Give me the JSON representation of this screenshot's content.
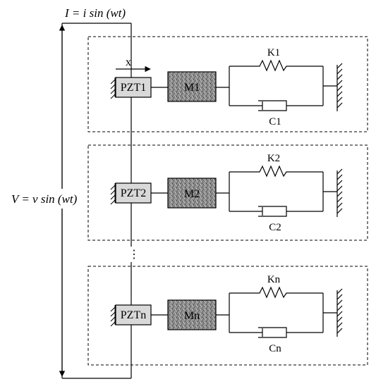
{
  "current_label": "I = i sin (wt)",
  "voltage_label": "V = v sin (wt)",
  "displacement_label": "x",
  "continuation_dots": "⋮",
  "units": [
    {
      "pzt": "PZT1",
      "mass": "M1",
      "spring": "K1",
      "damper": "C1"
    },
    {
      "pzt": "PZT2",
      "mass": "M2",
      "spring": "K2",
      "damper": "C2"
    },
    {
      "pzt": "PZTn",
      "mass": "Mn",
      "spring": "Kn",
      "damper": "Cn"
    }
  ],
  "colors": {
    "line": "#000000",
    "pzt_fill": "#d9d9d9",
    "mass_fill": "#8c8c8c",
    "background": "#ffffff"
  }
}
